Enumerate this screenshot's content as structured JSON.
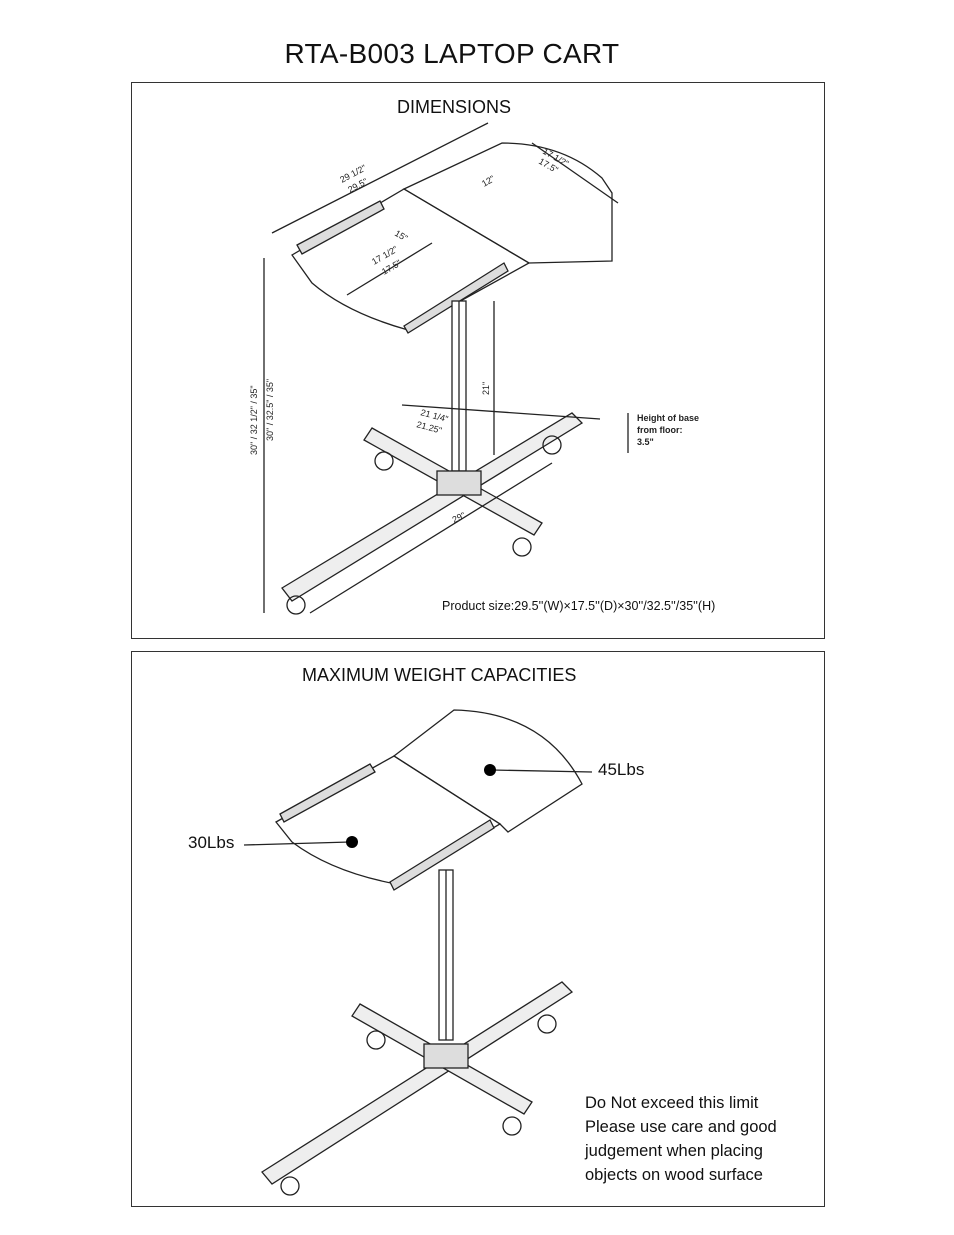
{
  "title": "RTA-B003 LAPTOP CART",
  "dimensions_panel": {
    "heading": "DIMENSIONS",
    "labels": {
      "width_frac": "29 1/2\"",
      "width_dec": "29.5\"",
      "depth_frac": "17 1/2\"",
      "depth_dec": "17.5\"",
      "right_leaf": "12\"",
      "left_leaf": "15\"",
      "left_depth_frac": "17 1/2\"",
      "left_depth_dec": "17.5\"",
      "height_frac": "30\" / 32 1/2\" / 35\"",
      "height_dec": "30\" / 32.5\" / 35\"",
      "column": "21\"",
      "base_width_frac": "21 1/4\"",
      "base_width_dec": "21.25\"",
      "base_length": "29\"",
      "base_height_line1": "Height of base",
      "base_height_line2": "from floor:",
      "base_height_line3": "3.5\""
    },
    "product_size": "Product size:29.5''(W)×17.5''(D)×30''/32.5''/35''(H)"
  },
  "weight_panel": {
    "heading": "MAXIMUM WEIGHT CAPACITIES",
    "left_capacity": "30Lbs",
    "right_capacity": "45Lbs",
    "notice": [
      "Do Not exceed this limit",
      "Please use care and good",
      "judgement when placing",
      "objects on wood surface"
    ]
  }
}
